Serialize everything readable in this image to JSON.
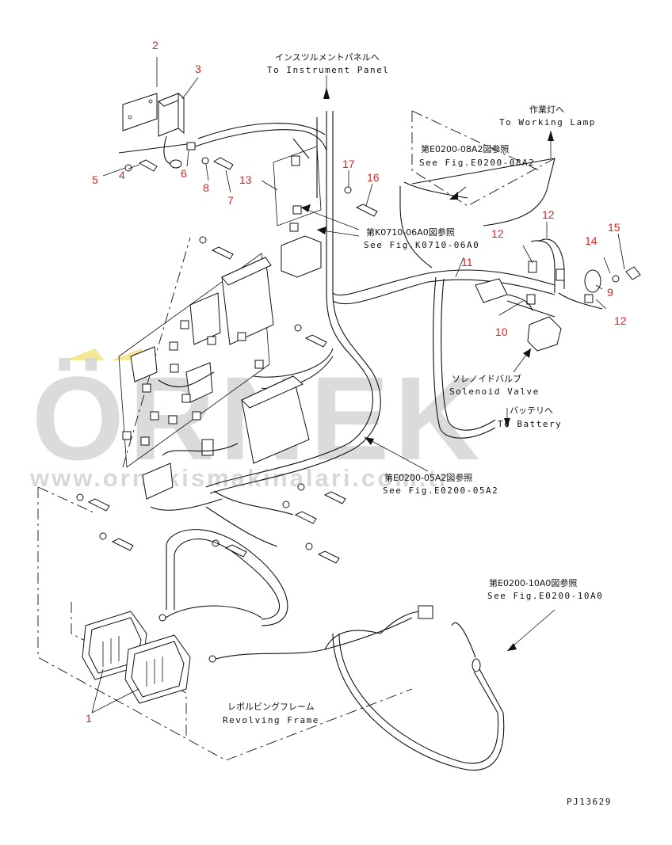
{
  "callouts": [
    {
      "id": "c1",
      "text": "1"
    },
    {
      "id": "c2",
      "text": "2"
    },
    {
      "id": "c3",
      "text": "3"
    },
    {
      "id": "c4",
      "text": "4"
    },
    {
      "id": "c5",
      "text": "5"
    },
    {
      "id": "c6",
      "text": "6"
    },
    {
      "id": "c7",
      "text": "7"
    },
    {
      "id": "c8",
      "text": "8"
    },
    {
      "id": "c9",
      "text": "9"
    },
    {
      "id": "c10",
      "text": "10"
    },
    {
      "id": "c11",
      "text": "11"
    },
    {
      "id": "c12a",
      "text": "12"
    },
    {
      "id": "c12b",
      "text": "12"
    },
    {
      "id": "c12c",
      "text": "12"
    },
    {
      "id": "c13",
      "text": "13"
    },
    {
      "id": "c14",
      "text": "14"
    },
    {
      "id": "c15",
      "text": "15"
    },
    {
      "id": "c16",
      "text": "16"
    },
    {
      "id": "c17",
      "text": "17"
    }
  ],
  "annotations": {
    "instrument_jp": "インスツルメントパネルへ",
    "instrument_en": "To Instrument Panel",
    "working_lamp_jp": "作業灯へ",
    "working_lamp_en": "To Working Lamp",
    "fig08_jp": "第E0200-08A2図参照",
    "fig08_en": "See Fig.E0200-08A2",
    "figK_jp": "第K0710-06A0図参照",
    "figK_en": "See Fig.K0710-06A0",
    "solenoid_jp": "ソレノイドバルブ",
    "solenoid_en": "Solenoid Valve",
    "battery_jp": "バッテリへ",
    "battery_en": "To Battery",
    "fig05_jp": "第E0200-05A2図参照",
    "fig05_en": "See Fig.E0200-05A2",
    "fig10_jp": "第E0200-10A0図参照",
    "fig10_en": "See Fig.E0200-10A0",
    "frame_jp": "レボルビングフレーム",
    "frame_en": "Revolving Frame",
    "drawing_no": "PJ13629"
  },
  "watermark": {
    "brand": "ÖRNEK",
    "url": "www.ornekismakinalari.com.tr",
    "color": "#cfcfcf",
    "accent": "#f2e27a"
  },
  "colors": {
    "line": "#111111",
    "callout": "#dd2222",
    "background": "#ffffff"
  }
}
